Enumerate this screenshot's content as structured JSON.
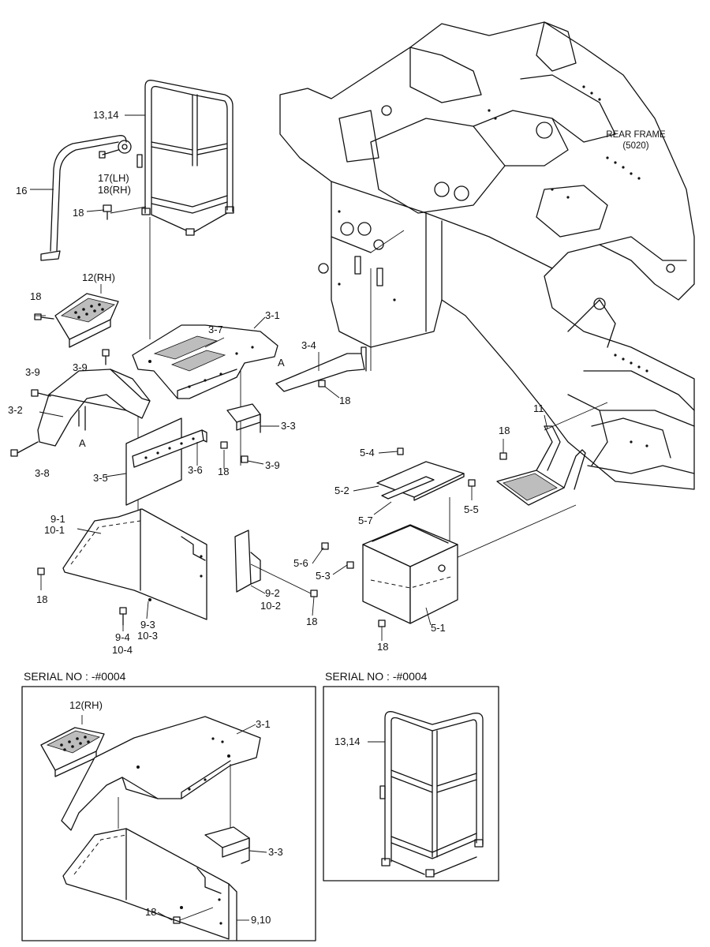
{
  "rear_frame": {
    "label": "REAR FRAME",
    "code": "(5020)"
  },
  "labels": {
    "l_13_14": "13,14",
    "l_17": "17(LH)",
    "l_18rh": "18(RH)",
    "l_16": "16",
    "l_18_a": "18",
    "l_12rh": "12(RH)",
    "l_18_b": "18",
    "l_3_7": "3-7",
    "l_3_1": "3-1",
    "l_3_4": "3-4",
    "l_A1": "A",
    "l_18_c": "18",
    "l_3_9a": "3-9",
    "l_3_9b": "3-9",
    "l_3_2": "3-2",
    "l_A2": "A",
    "l_3_8": "3-8",
    "l_3_3": "3-3",
    "l_3_5": "3-5",
    "l_3_6": "3-6",
    "l_18_d": "18",
    "l_3_9c": "3-9",
    "l_11": "11",
    "l_18_e": "18",
    "l_5_4": "5-4",
    "l_5_2": "5-2",
    "l_5_5": "5-5",
    "l_5_7": "5-7",
    "l_9_1": "9-1",
    "l_10_1": "10-1",
    "l_5_6": "5-6",
    "l_5_3": "5-3",
    "l_18_f": "18",
    "l_9_2": "9-2",
    "l_10_2": "10-2",
    "l_18_g": "18",
    "l_9_3": "9-3",
    "l_10_3": "10-3",
    "l_9_4": "9-4",
    "l_10_4": "10-4",
    "l_5_1": "5-1",
    "l_18_h": "18"
  },
  "inset_left": {
    "header": "SERIAL NO : -#0004",
    "labels": {
      "l_12rh": "12(RH)",
      "l_3_1": "3-1",
      "l_3_3": "3-3",
      "l_18": "18",
      "l_9_10": "9,10"
    }
  },
  "inset_right": {
    "header": "SERIAL NO : -#0004",
    "labels": {
      "l_13_14": "13,14"
    }
  }
}
